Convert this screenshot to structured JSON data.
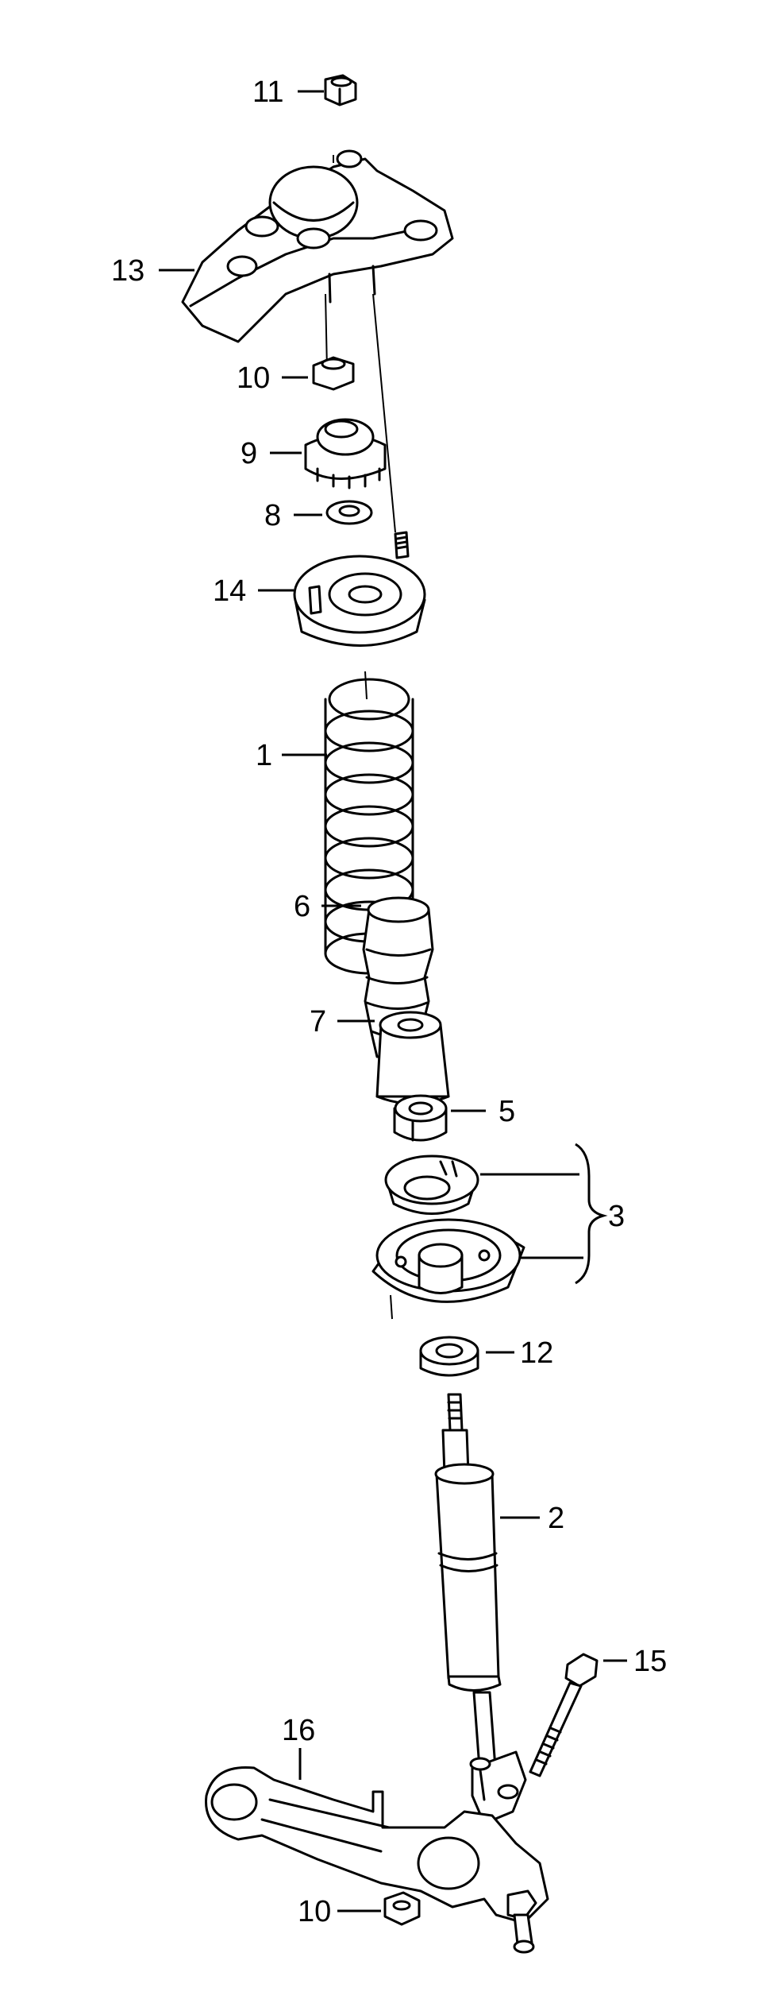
{
  "callouts": {
    "c1": "1",
    "c2": "2",
    "c3": "3",
    "c5": "5",
    "c6": "6",
    "c7": "7",
    "c8": "8",
    "c9": "9",
    "c10_top": "10",
    "c10_bottom": "10",
    "c11": "11",
    "c12": "12",
    "c13": "13",
    "c14": "14",
    "c15": "15",
    "c16": "16"
  },
  "colors": {
    "ink": "#000000",
    "paper": "#ffffff"
  }
}
